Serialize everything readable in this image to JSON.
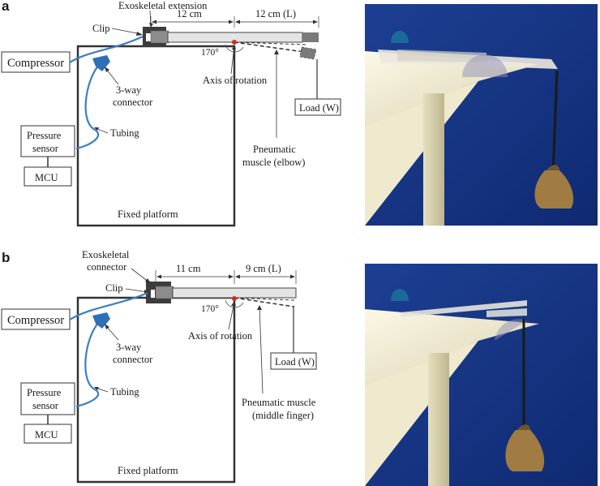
{
  "panel_a": {
    "letter": "a",
    "labels": {
      "exo": "Exoskeletal extension",
      "clip": "Clip",
      "len1": "12 cm",
      "len2": "12 cm (L)",
      "compressor": "Compressor",
      "angle": "170°",
      "axis": "Axis of rotation",
      "connector1": "3-way",
      "connector2": "connector",
      "load": "Load (W)",
      "tubing": "Tubing",
      "pressure1": "Pressure",
      "pressure2": "sensor",
      "muscle1": "Pneumatic",
      "muscle2": "muscle (elbow)",
      "mcu": "MCU",
      "platform": "Fixed platform"
    }
  },
  "panel_b": {
    "letter": "b",
    "labels": {
      "exo1": "Exoskeletal",
      "exo2": "connector",
      "clip": "Clip",
      "len1": "11 cm",
      "len2": "9 cm (L)",
      "compressor": "Compressor",
      "angle": "170°",
      "axis": "Axis of rotation",
      "connector1": "3-way",
      "connector2": "connector",
      "load": "Load (W)",
      "pressure1": "Pressure",
      "pressure2": "sensor",
      "tubing": "Tubing",
      "muscle1": "Pneumatic muscle",
      "muscle2": "(middle finger)",
      "mcu": "MCU",
      "platform": "Fixed platform"
    }
  },
  "colors": {
    "tube": "#3a7fc1",
    "axis_dot": "#d42a20",
    "photo_bg": "#1a3a8c",
    "table": "#f3efd8"
  }
}
